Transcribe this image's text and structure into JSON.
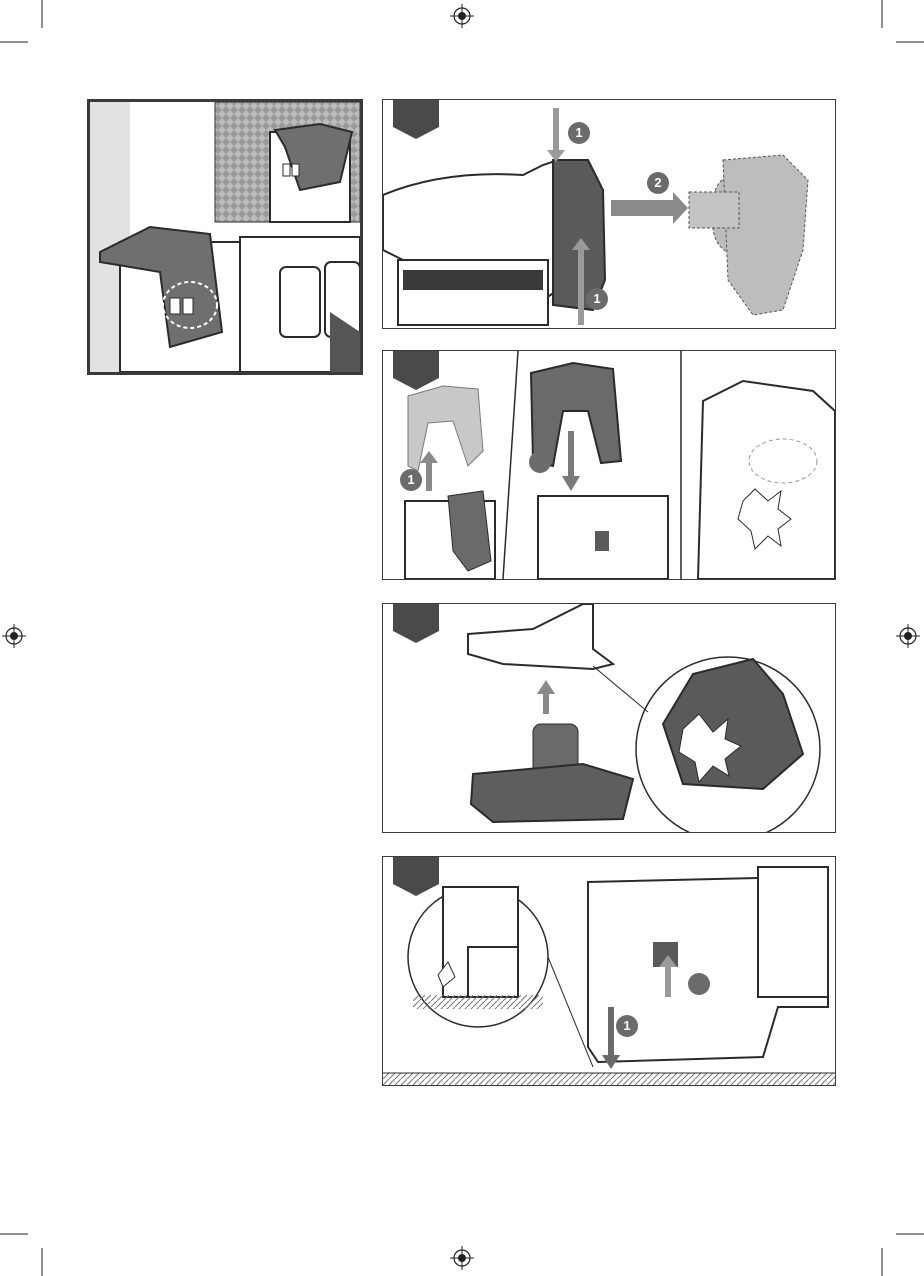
{
  "page": {
    "background": "#ffffff",
    "ink_color": "#2b2b2b",
    "accent_gray": "#6b6b6b"
  },
  "panels": {
    "inset": {
      "label": ""
    },
    "step_a": {
      "badges": [
        "1",
        "2",
        "1"
      ]
    },
    "step_b": {
      "badges": [
        "1",
        ""
      ]
    },
    "step_c": {
      "badges": []
    },
    "step_d": {
      "badges": [
        "",
        "1"
      ]
    }
  },
  "icons": [
    "registration-mark-icon",
    "step-tab-icon",
    "arrow-icon",
    "impact-star-icon"
  ]
}
